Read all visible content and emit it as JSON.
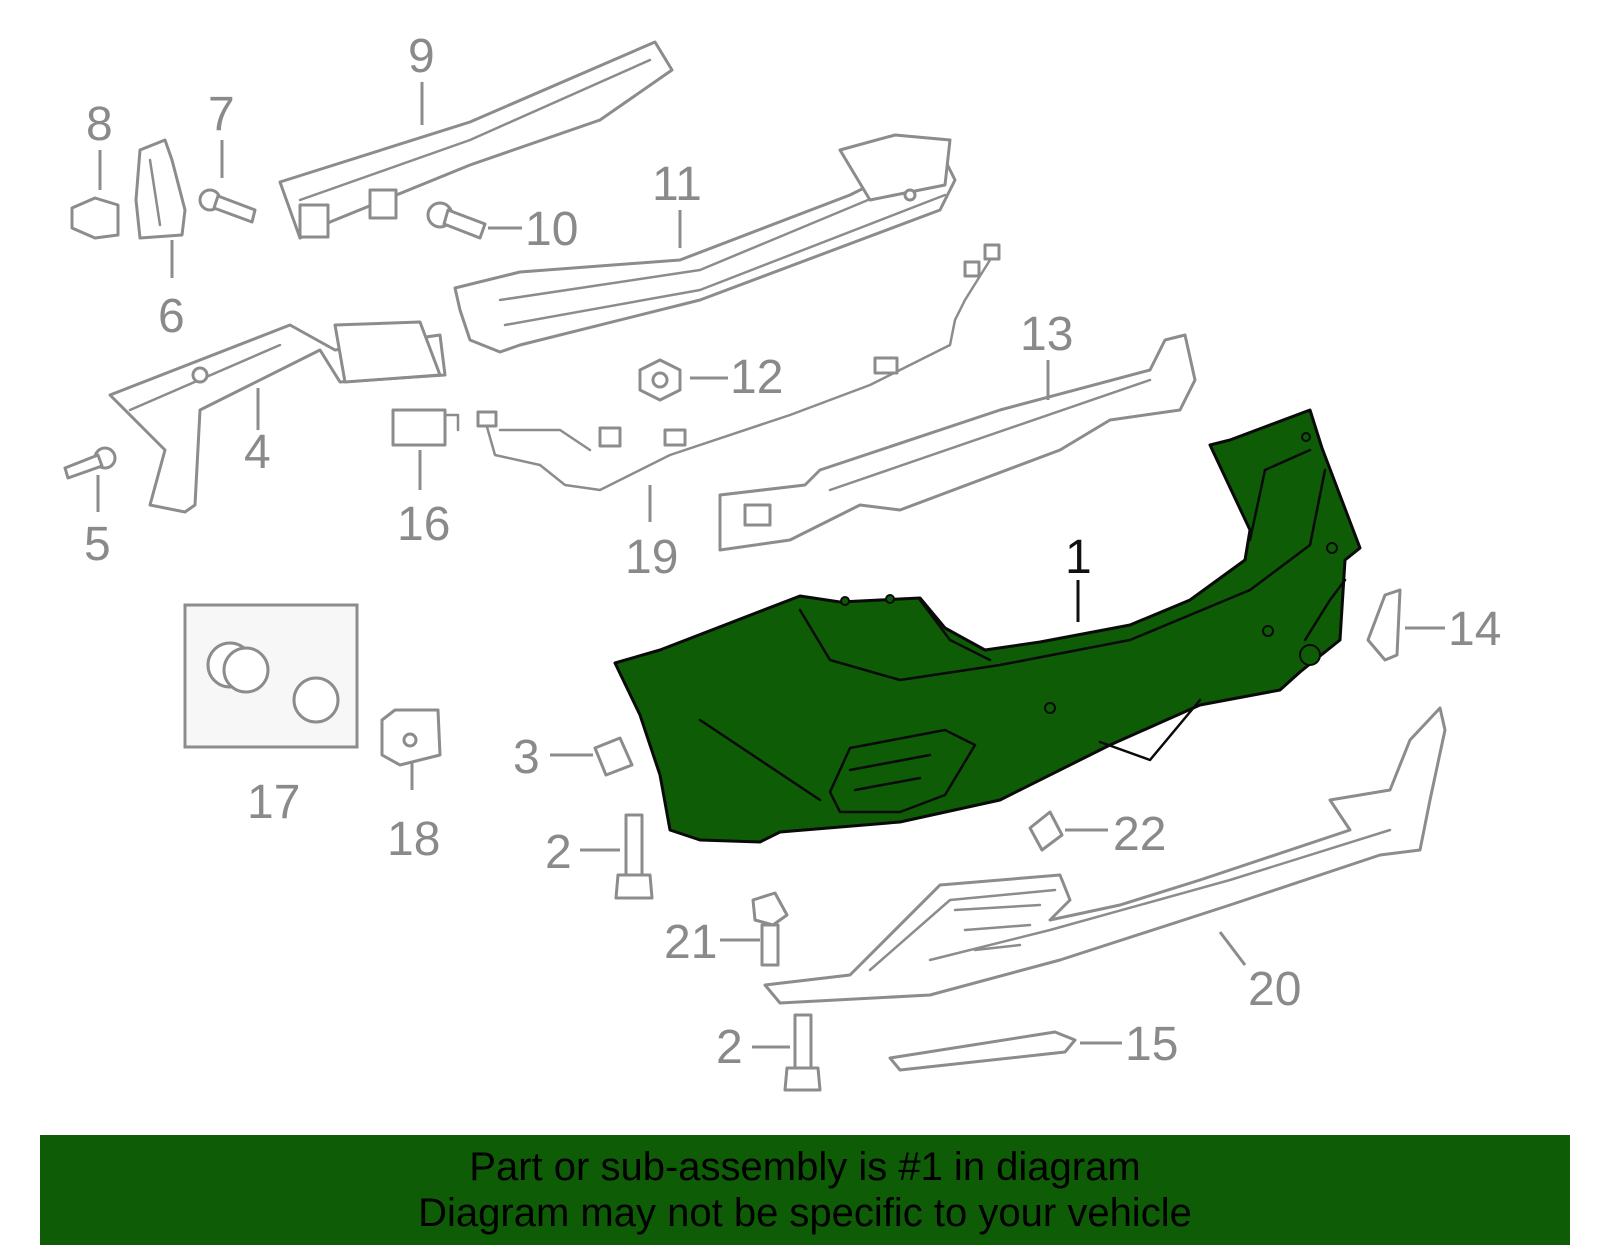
{
  "callouts": {
    "c1": "1",
    "c2a": "2",
    "c2b": "2",
    "c3": "3",
    "c4": "4",
    "c5": "5",
    "c6": "6",
    "c7": "7",
    "c8": "8",
    "c9": "9",
    "c10": "10",
    "c11": "11",
    "c12": "12",
    "c13": "13",
    "c14": "14",
    "c15": "15",
    "c16": "16",
    "c17": "17",
    "c18": "18",
    "c19": "19",
    "c20": "20",
    "c21": "21",
    "c22": "22"
  },
  "highlighted_part": "1",
  "colors": {
    "highlight": "#0e5c06",
    "parts": "#8c8c8c",
    "banner": "#0e5c06"
  },
  "banner": {
    "line1": "Part or sub-assembly is #1 in diagram",
    "line2": "Diagram may not be specific to your vehicle"
  }
}
